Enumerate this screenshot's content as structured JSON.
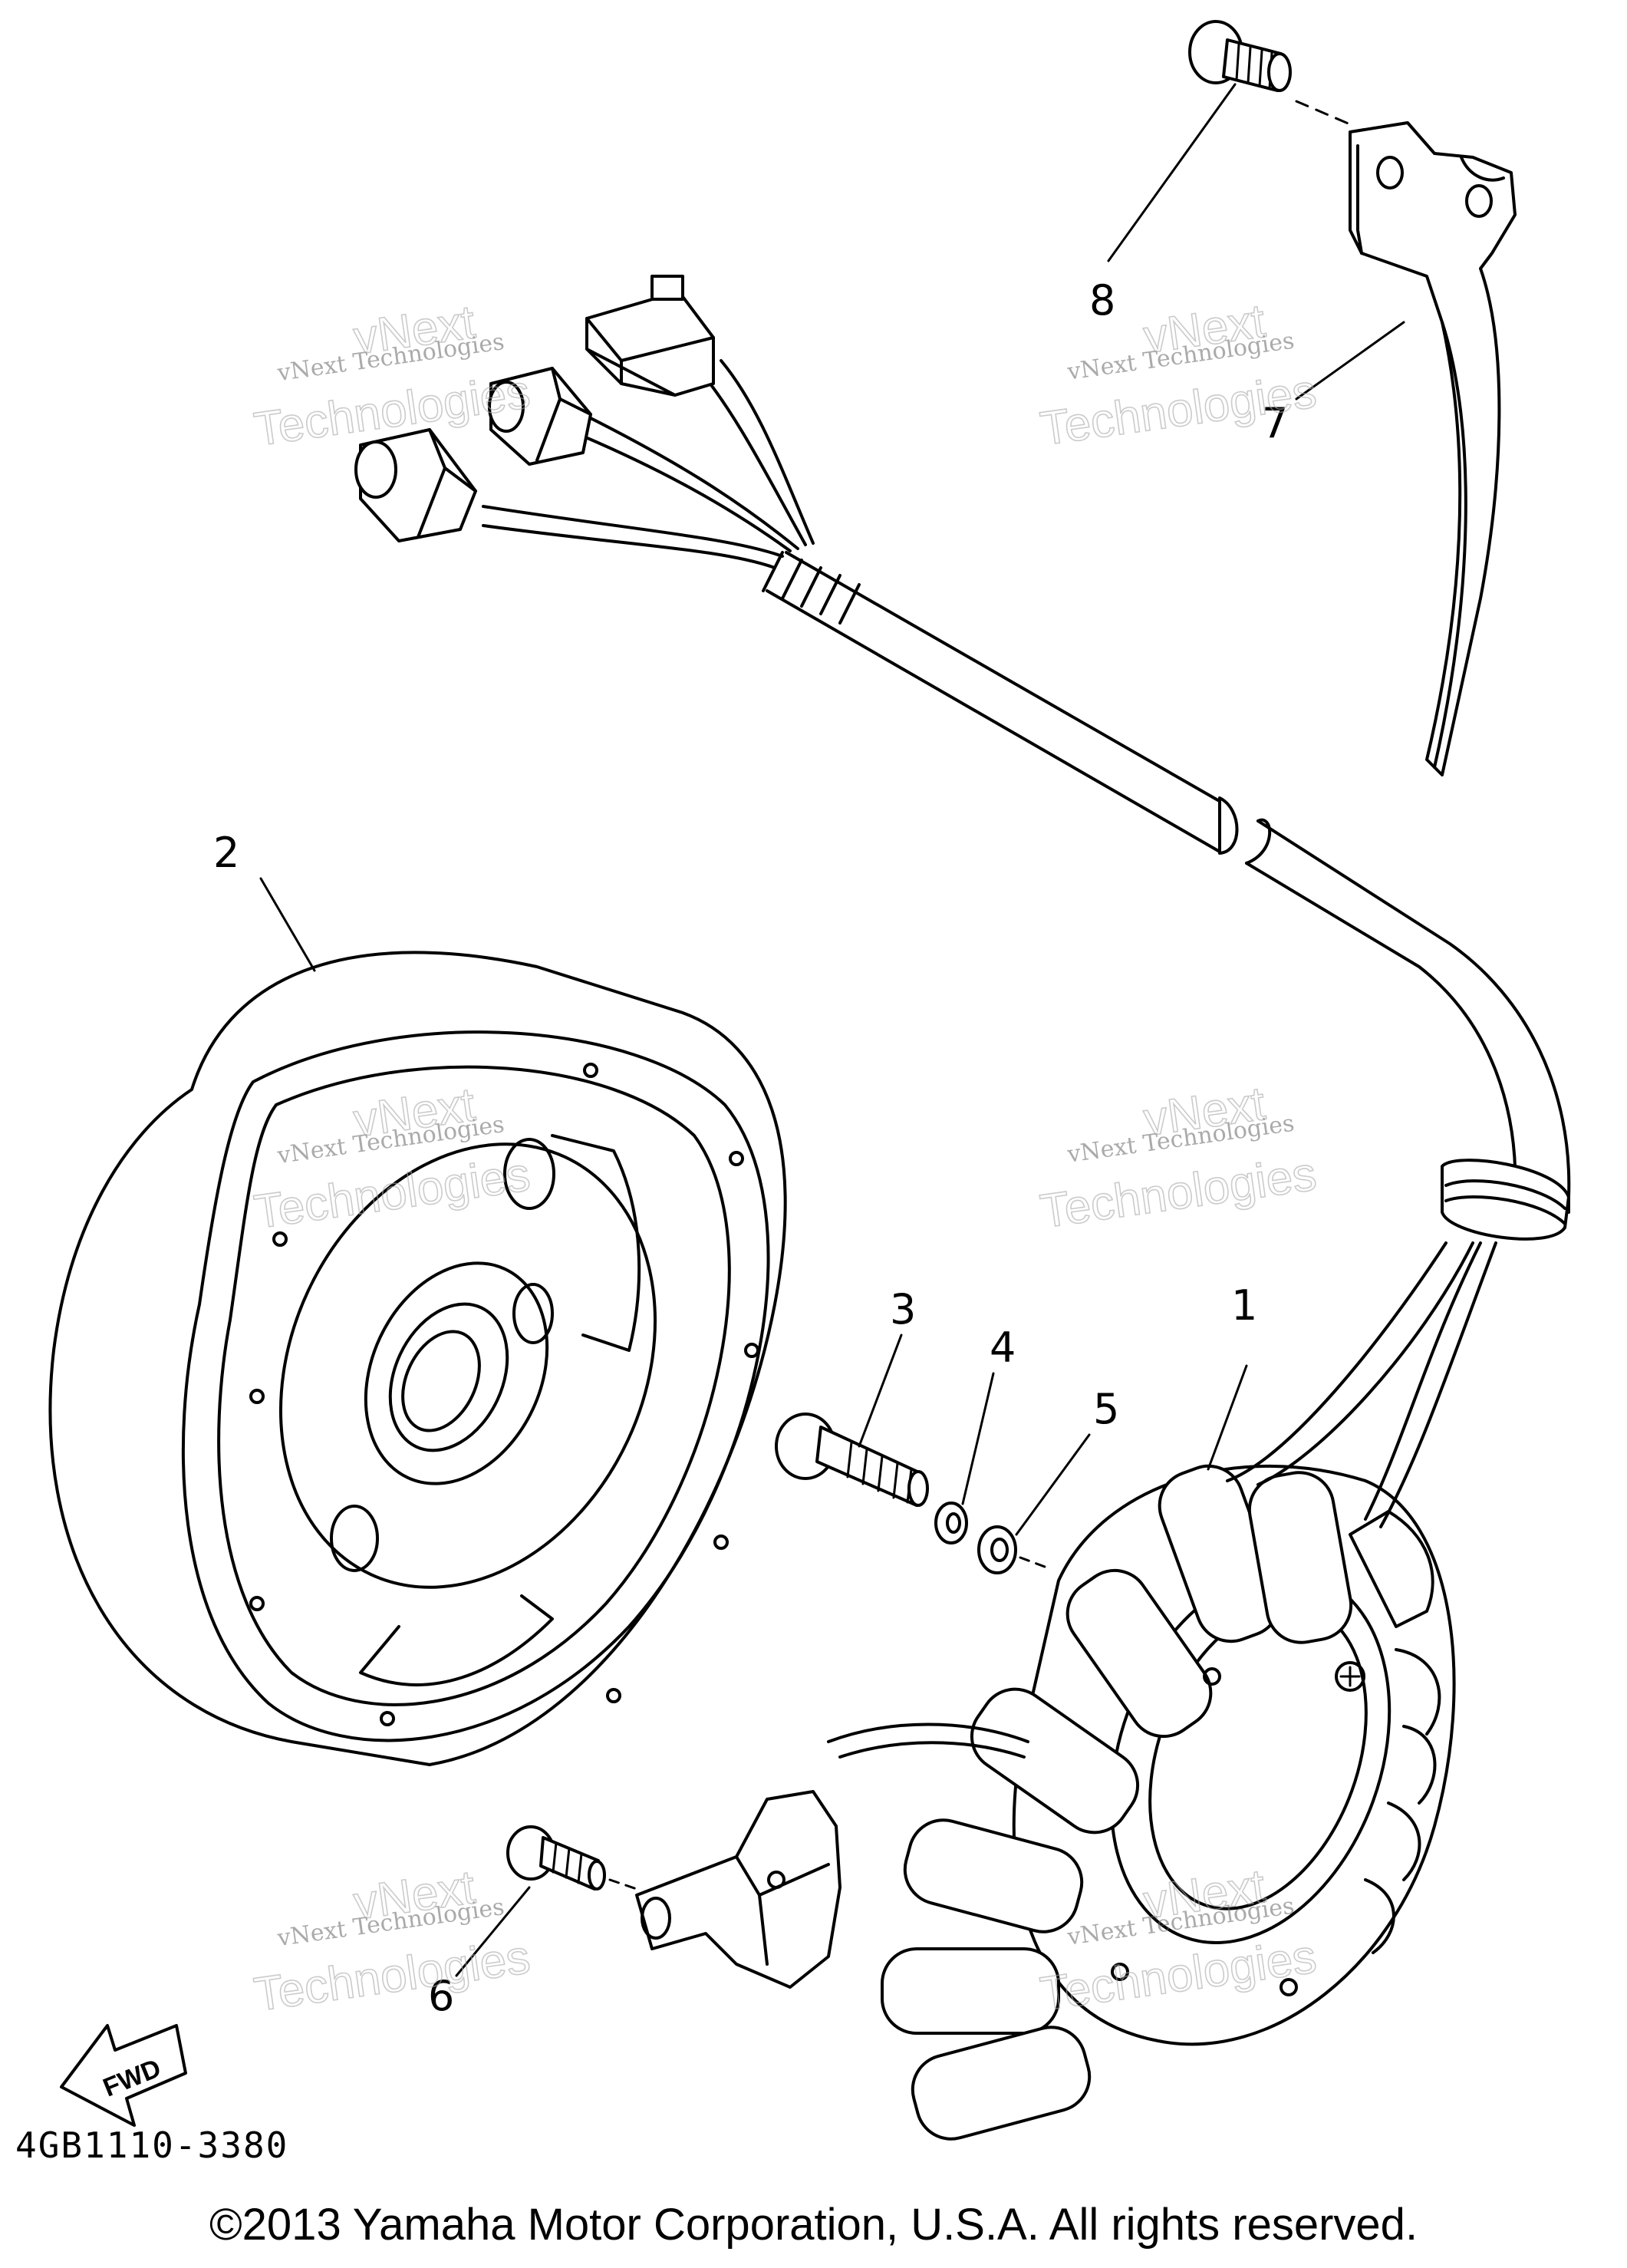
{
  "diagram": {
    "part_code": "4GB1110-3380",
    "fwd_label": "FWD",
    "callouts": [
      "1",
      "2",
      "3",
      "4",
      "5",
      "6",
      "7",
      "8"
    ],
    "watermarks": [
      {
        "line1": "vNext Technologies",
        "line2": "vNext",
        "line3": "Technologies"
      },
      {
        "line1": "vNext Technologies",
        "line2": "vNext",
        "line3": "Technologies"
      },
      {
        "line1": "vNext Technologies",
        "line2": "vNext",
        "line3": "Technologies"
      },
      {
        "line1": "vNext Technologies",
        "line2": "vNext",
        "line3": "Technologies"
      },
      {
        "line1": "vNext Technologies",
        "line2": "vNext",
        "line3": "Technologies"
      },
      {
        "line1": "vNext Technologies",
        "line2": "vNext",
        "line3": "Technologies"
      }
    ]
  },
  "footer": {
    "copyright": "©2013 Yamaha Motor Corporation, U.S.A. All rights reserved."
  }
}
